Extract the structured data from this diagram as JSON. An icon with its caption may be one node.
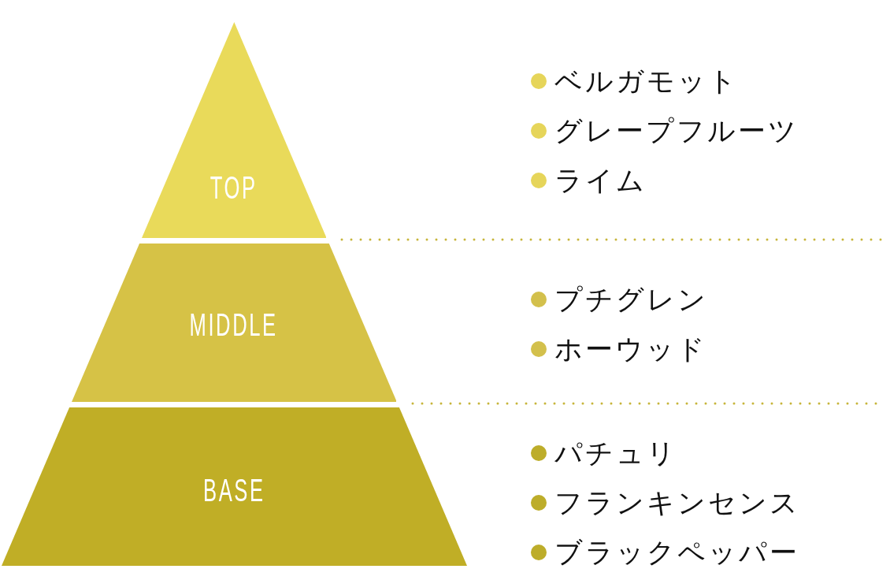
{
  "diagram": {
    "nodes": [
      {
        "text": [
          "TOP"
        ],
        "beside": [
          "ベルガモット",
          "グレープフルーツ",
          "ライム"
        ]
      },
      {
        "text": [
          "MIDDLE"
        ],
        "beside": [
          "プチグレン",
          "ホーウッド"
        ]
      },
      {
        "text": [
          "BASE"
        ],
        "beside": [
          "パチュリ",
          "フランキンセンス",
          "ブラックペッパー"
        ]
      }
    ]
  }
}
